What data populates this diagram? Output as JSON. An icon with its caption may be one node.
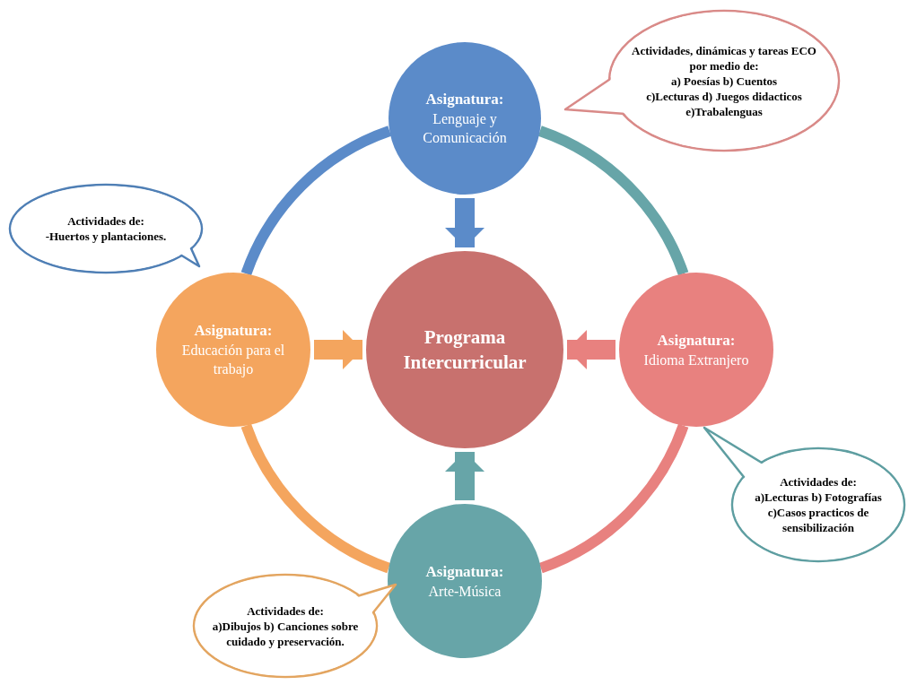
{
  "diagram": {
    "nodes": [
      {
        "text": [
          "Programa Intercurricular"
        ]
      },
      {
        "text": [
          "Asignatura:",
          "Lenguaje y Comunicación"
        ]
      },
      {
        "text": [
          "Asignatura:",
          "Educación para el trabajo"
        ]
      },
      {
        "text": [
          "Asignatura:",
          "Idioma Extranjero"
        ]
      },
      {
        "text": [
          "Asignatura:",
          "Arte-Música"
        ]
      },
      {
        "text": [
          "Actividades, dinámicas y tareas ECO por medio de:",
          "a) Poesías b) Cuentos",
          "c)Lecturas d) Juegos didacticos",
          "e)Trabalenguas"
        ]
      },
      {
        "text": [
          "Actividades de:",
          "-Huertos y plantaciones."
        ]
      },
      {
        "text": [
          "Actividades de:",
          "a)Lecturas b) Fotografías",
          "c)Casos practicos de sensibilización"
        ]
      },
      {
        "text": [
          "Actividades de:",
          "a)Dibujos b) Canciones sobre cuidado y preservación."
        ]
      }
    ],
    "edges": [
      {
        "from": 1,
        "to": 0,
        "arrow": "to",
        "style": "thick",
        "color": "#5b8bc9"
      },
      {
        "from": 2,
        "to": 0,
        "arrow": "to",
        "style": "thick",
        "color": "#f4a55e"
      },
      {
        "from": 3,
        "to": 0,
        "arrow": "to",
        "style": "thick",
        "color": "#e8817f"
      },
      {
        "from": 4,
        "to": 0,
        "arrow": "to",
        "style": "thick",
        "color": "#67a5a8"
      },
      {
        "from": 1,
        "to": 3,
        "arrow": "none",
        "color": "#67a5a8"
      },
      {
        "from": 1,
        "to": 2,
        "arrow": "none",
        "color": "#5b8bc9"
      },
      {
        "from": 2,
        "to": 4,
        "arrow": "none",
        "color": "#f4a55e"
      },
      {
        "from": 4,
        "to": 3,
        "arrow": "none",
        "color": "#e8817f"
      }
    ]
  }
}
